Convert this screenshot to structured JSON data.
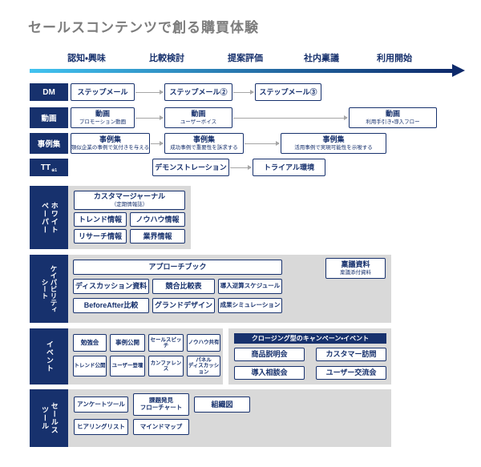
{
  "title": "セールスコンテンツで創る購買体験",
  "stages": [
    "認知・興味",
    "比較検討",
    "提案評価",
    "社内稟議",
    "利用開始"
  ],
  "rows": [
    {
      "label": "DM",
      "items": [
        {
          "title": "ステップメール"
        },
        {
          "title": "ステップメール②"
        },
        {
          "title": "ステップメール③"
        }
      ]
    },
    {
      "label": "動画",
      "items": [
        {
          "title": "動画",
          "subtitle": "プロモーション動画"
        },
        {
          "title": "動画",
          "subtitle": "ユーザーボイス"
        },
        {
          "title": "動画",
          "subtitle": "利用手引き・導入フロー"
        }
      ]
    },
    {
      "label": "事例集",
      "items": [
        {
          "title": "事例集",
          "subtitle": "類似企業の事例で気付きを与える"
        },
        {
          "title": "事例集",
          "subtitle": "成功事例で重要性を訴求する"
        },
        {
          "title": "事例集",
          "subtitle": "活用事例で実現可能性を示唆する"
        }
      ]
    },
    {
      "label": "TT",
      "label_note": "※1",
      "items": [
        {
          "title": "デモンストレーション"
        },
        {
          "title": "トライアル環境"
        }
      ]
    }
  ],
  "sections": {
    "whitepaper": {
      "label_lines": [
        "ホワイト",
        "ペーパー"
      ],
      "main_item": {
        "title": "カスタマージャーナル",
        "subtitle": "（定期情報誌）"
      },
      "items": [
        "トレンド情報",
        "ノウハウ情報",
        "リサーチ情報",
        "業界情報"
      ]
    },
    "capability": {
      "label_lines": [
        "ケイパビリティ",
        "シート"
      ],
      "wide_item": "アプローチブック",
      "items": [
        "ディスカッション資料",
        "競合比較表",
        "導入逆算スケジュール",
        "BeforeAfter比較",
        "グランドデザイン",
        "成果シミュレーション"
      ],
      "approval_item": {
        "title": "稟議資料",
        "subtitle": "稟議添付資料"
      }
    },
    "event": {
      "label_lines": [
        "イベント"
      ],
      "items": [
        "勉強会",
        "事例公開",
        "セールスピッチ",
        "ノウハウ共有",
        "トレンド公開",
        "ユーザー登壇",
        "カンファレンス",
        "パネル\nディスカッション"
      ],
      "closing": {
        "header": "クロージング型のキャンペーン・イベント",
        "items": [
          "商品説明会",
          "カスタマー訪問",
          "導入相談会",
          "ユーザー交流会"
        ]
      }
    },
    "salestool": {
      "label_lines": [
        "セールス",
        "ツール"
      ],
      "items": [
        "アンケートツール",
        "課題発見\nフローチャート",
        "組織図",
        "ヒアリングリスト",
        "マインドマップ"
      ]
    }
  },
  "colors": {
    "navy": "#17316d",
    "panel_gray": "#d9d9d9",
    "connector_gray": "#a6a6a6",
    "title_gray": "#7c7c7c",
    "timeline_gradient_start": "#41c3f0",
    "timeline_gradient_end": "#0e2a6b"
  }
}
